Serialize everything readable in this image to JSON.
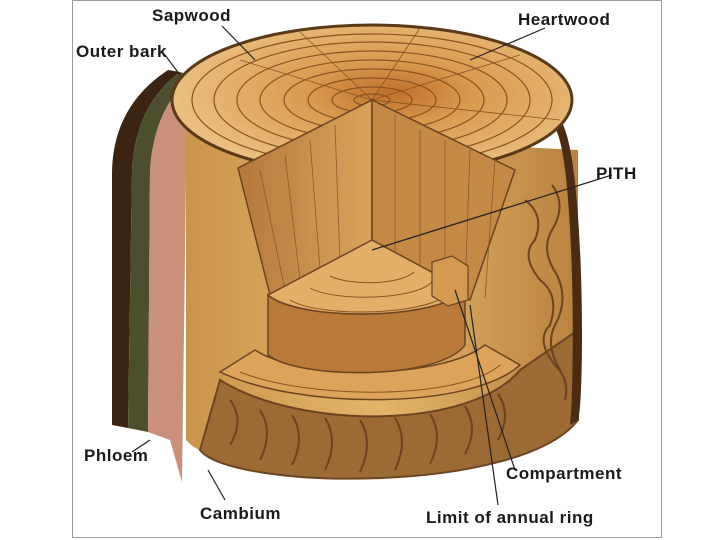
{
  "labels": {
    "sapwood": "Sapwood",
    "heartwood": "Heartwood",
    "outer_bark": "Outer bark",
    "pith": "PITH",
    "phloem": "Phloem",
    "cambium": "Cambium",
    "compartment": "Compartment",
    "annual_ring_limit": "Limit of annual ring"
  },
  "colors": {
    "outer_bark": "#3b2412",
    "phloem": "#4d4e2e",
    "cambium": "#c9907a",
    "sapwood": "#e2b66a",
    "heartwood": "#c97b2c",
    "bark_texture": "#6b4422",
    "leader": "#222222"
  }
}
